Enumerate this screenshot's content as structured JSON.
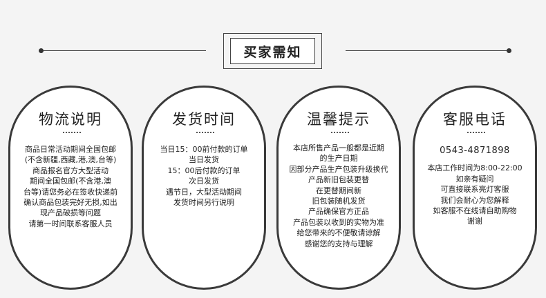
{
  "header": {
    "title": "买家需知"
  },
  "cards": [
    {
      "title": "物流说明",
      "lines": [
        "商品日常活动期间全国包邮",
        "(不含新疆,西藏,港,澳,台等)",
        "商品报名官方大型活动",
        "期间全国包邮(不含港,澳",
        "台等)请您务必在签收快递前",
        "确认商品包装完好无损,如出",
        "现产品破损等问题",
        "请第一时间联系客服人员"
      ]
    },
    {
      "title": "发货时间",
      "lines": [
        "当日15：00前付款的订单",
        "当日发货",
        "15：00后付款的订单",
        "次日发货",
        "遇节日，大型活动期间",
        "发货时间另行说明"
      ]
    },
    {
      "title": "温馨提示",
      "lines": [
        "本店所售产品一般都是近期",
        "的生产日期",
        "因部分产品生产包装升级换代",
        "产品新旧包装更替",
        "在更替期间新",
        "旧包装随机发货",
        "产品确保官方正品",
        "产品包装以收到的实物为准",
        "给您带来的不便敬请谅解",
        "感谢您的支持与理解"
      ]
    },
    {
      "title": "客服电话",
      "phone": "0543-4871898",
      "lines": [
        "本店工作时间为8:00-22:00",
        "如亲有疑问",
        "可直接联系亮灯客服",
        "我们会耐心为您解释",
        "如客服不在线请自助购物",
        "谢谢"
      ]
    }
  ]
}
